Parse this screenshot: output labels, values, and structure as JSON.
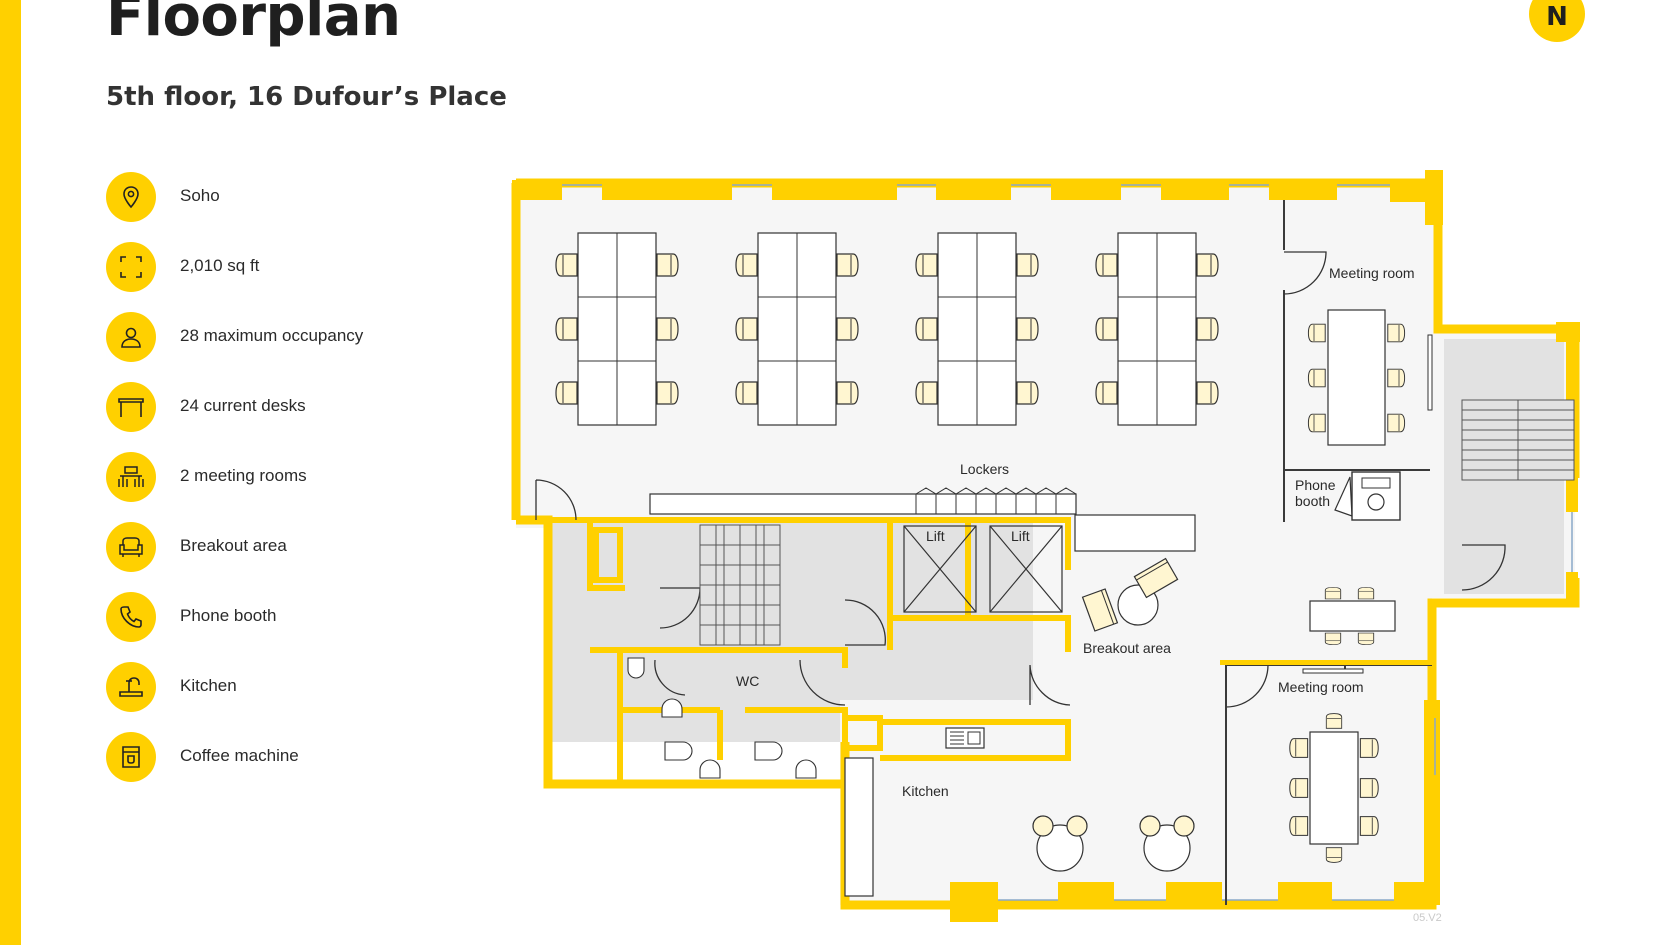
{
  "header": {
    "title": "Floorplan",
    "subtitle": "5th floor, 16 Dufour’s Place",
    "north_badge": "N"
  },
  "legend": [
    {
      "icon": "location-pin-icon",
      "label": "Soho"
    },
    {
      "icon": "area-icon",
      "label": "2,010 sq ft"
    },
    {
      "icon": "person-icon",
      "label": "28 maximum occupancy"
    },
    {
      "icon": "desk-icon",
      "label": "24 current desks"
    },
    {
      "icon": "meeting-table-icon",
      "label": "2 meeting rooms"
    },
    {
      "icon": "sofa-icon",
      "label": "Breakout area"
    },
    {
      "icon": "phone-icon",
      "label": "Phone booth"
    },
    {
      "icon": "tap-icon",
      "label": "Kitchen"
    },
    {
      "icon": "coffee-machine-icon",
      "label": "Coffee machine"
    }
  ],
  "plan_labels": {
    "meeting_room_top": "Meeting room",
    "lockers": "Lockers",
    "phone_booth_line1": "Phone",
    "phone_booth_line2": "booth",
    "lift_1": "Lift",
    "lift_2": "Lift",
    "breakout_area": "Breakout area",
    "meeting_room_bottom": "Meeting room",
    "wc": "WC",
    "kitchen": "Kitchen"
  },
  "footer": {
    "version": "05.V2"
  },
  "colors": {
    "accent": "#FFD000",
    "floor": "#F6F6F6",
    "core": "#E2E2E2",
    "furniture": "#FFF6D1",
    "line": "#333333"
  }
}
